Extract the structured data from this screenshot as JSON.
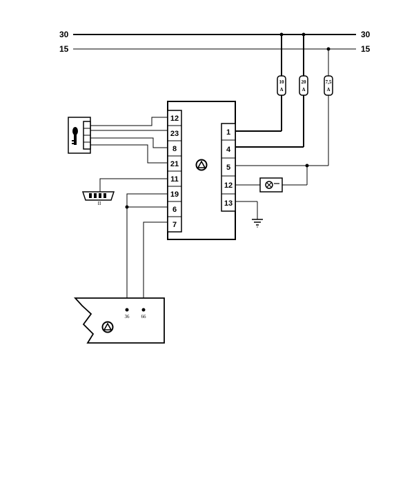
{
  "buses": [
    {
      "label": "30"
    },
    {
      "label": "15"
    }
  ],
  "fuses": [
    {
      "value": "10",
      "unit": "A"
    },
    {
      "value": "20",
      "unit": "A"
    },
    {
      "value": "7,5",
      "unit": "A"
    }
  ],
  "module_left_pins": [
    "12",
    "23",
    "8",
    "21",
    "11",
    "19",
    "6",
    "7"
  ],
  "module_right_pins": [
    "1",
    "4",
    "5",
    "12",
    "13"
  ],
  "ecu_pins": [
    "36",
    "66"
  ],
  "connector_label": "II"
}
